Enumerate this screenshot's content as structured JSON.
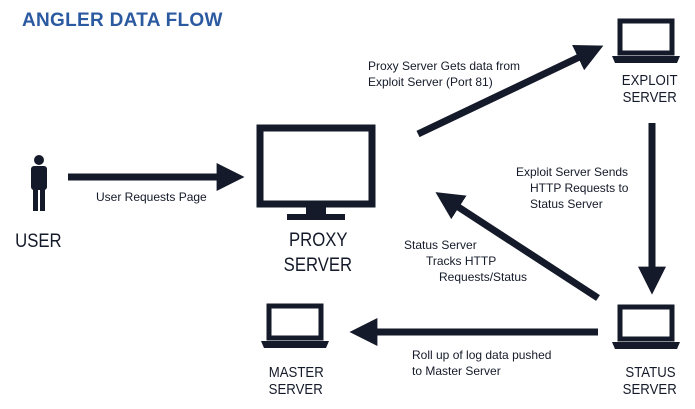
{
  "title": "ANGLER DATA FLOW",
  "nodes": {
    "user": "USER",
    "proxy": [
      "PROXY",
      "SERVER"
    ],
    "exploit": [
      "EXPLOIT",
      "SERVER"
    ],
    "status": [
      "STATUS",
      "SERVER"
    ],
    "master": [
      "MASTER",
      "SERVER"
    ]
  },
  "edges": {
    "user_to_proxy": "User Requests Page",
    "proxy_to_exploit": [
      "Proxy Server Gets data from",
      "Exploit Server (Port 81)"
    ],
    "exploit_to_status": [
      "Exploit Server Sends",
      "HTTP Requests to",
      "Status Server"
    ],
    "status_to_proxy": [
      "Status Server",
      "Tracks HTTP",
      "Requests/Status"
    ],
    "status_to_master": [
      "Roll up of log data pushed",
      "to Master Server"
    ]
  },
  "colors": {
    "title": "#2c5aa0",
    "ink": "#141a29"
  }
}
